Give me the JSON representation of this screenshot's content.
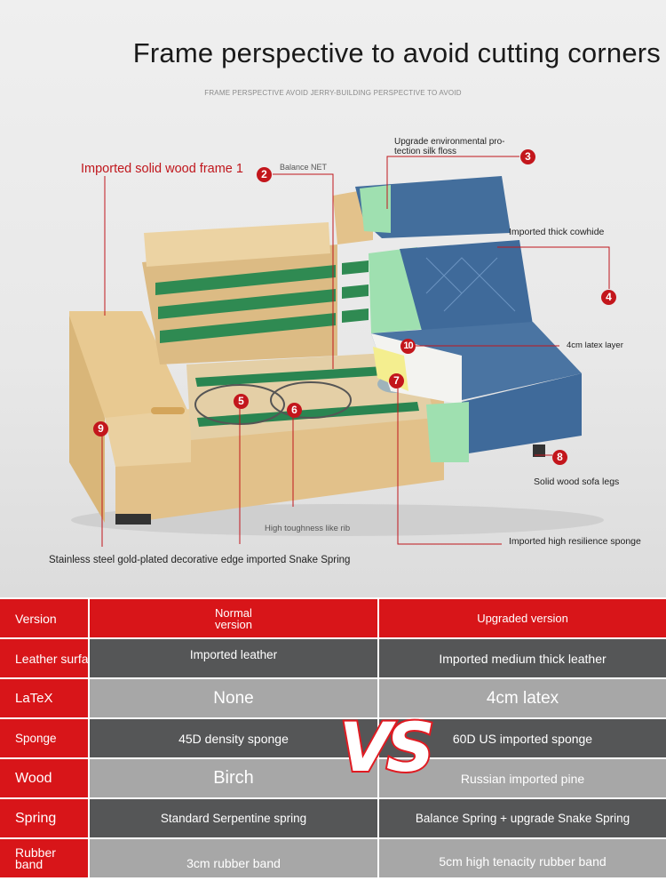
{
  "header": {
    "title": "Frame perspective to avoid cutting corners",
    "subtitle": "FRAME PERSPECTIVE AVOID JERRY-BUILDING  PERSPECTIVE TO AVOID"
  },
  "callouts": {
    "frame": "Imported solid wood frame 1",
    "balance": "Balance NET",
    "silk": "Upgrade environmental pro-tection silk floss",
    "cowhide": "Imported thick cowhide",
    "latex": "4cm latex layer",
    "legs": "Solid wood sofa legs",
    "rib": "High toughness like rib",
    "sponge": "Imported high resilience sponge",
    "edge": "Stainless steel gold-plated decorative edge imported Snake Spring"
  },
  "badges": [
    "2",
    "3",
    "4",
    "5",
    "6",
    "7",
    "8",
    "9",
    "10"
  ],
  "table": {
    "header": {
      "label": "Version",
      "normal": "Normal\nversion",
      "upgraded": "Upgraded version"
    },
    "rows": [
      {
        "label": "Leather surface",
        "normal": "Imported leather",
        "upgraded": "Imported medium thick leather"
      },
      {
        "label": "LaTeX",
        "normal": "None",
        "upgraded": "4cm latex"
      },
      {
        "label": "Sponge",
        "normal": "45D density sponge",
        "upgraded": "60D US imported sponge"
      },
      {
        "label": "Wood",
        "normal": "Birch",
        "upgraded": "Russian imported pine"
      },
      {
        "label": "Spring",
        "normal": "Standard Serpentine spring",
        "upgraded": "Balance Spring + upgrade Snake Spring"
      },
      {
        "label": "Rubber band",
        "normal": "3cm rubber band",
        "upgraded": "5cm high tenacity rubber band"
      }
    ]
  },
  "vs": "VS",
  "colors": {
    "accent": "#d81519",
    "dark_row": "#555657",
    "light_row": "#a7a7a7",
    "leather": "#3f6a9a",
    "wood": "#e6c48a",
    "spring": "#2f8a52"
  }
}
